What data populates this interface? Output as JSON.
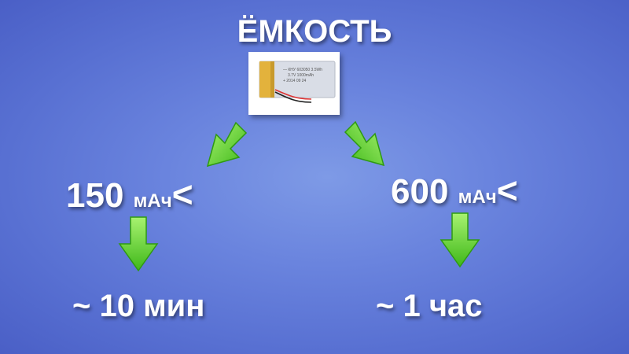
{
  "title": "ЁМКОСТЬ",
  "battery_label": {
    "line1": "— КНУ 603050 3.5Wh",
    "line2": "3.7V 1000mAh",
    "line3": "+ 2014 09 24"
  },
  "left_branch": {
    "capacity_value": "150",
    "capacity_unit": "мАч",
    "comparison": "<",
    "time": "~ 10 мин"
  },
  "right_branch": {
    "capacity_value": "600",
    "capacity_unit": "мАч",
    "comparison": "<",
    "time": "~ 1 час"
  },
  "colors": {
    "background": "#6a84de",
    "text": "#ffffff",
    "arrow": "#6ee033",
    "battery_body": "#d9dde6",
    "battery_tab": "#e3b23c"
  },
  "icons": [
    "battery-image",
    "arrow-down-left",
    "arrow-down-right",
    "arrow-down"
  ]
}
